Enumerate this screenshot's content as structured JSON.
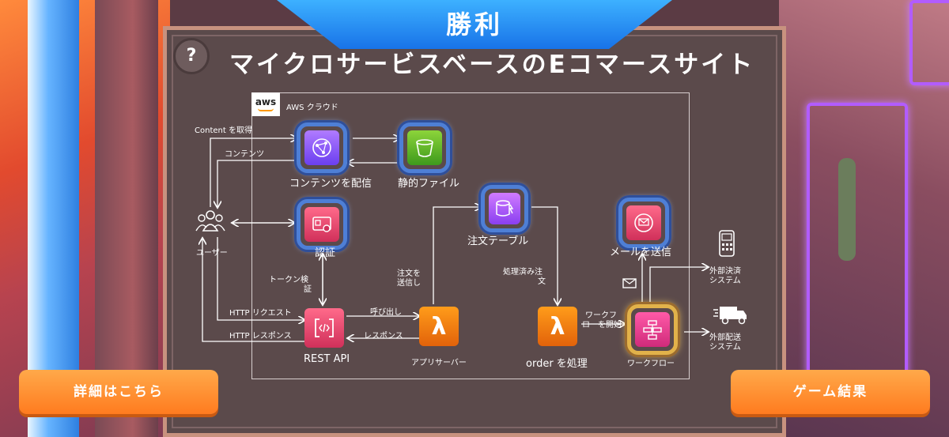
{
  "banner": {
    "result": "勝利"
  },
  "board": {
    "title": "マイクロサービスベースのEコマースサイト",
    "help": "?"
  },
  "diagram": {
    "aws_logo": "aws",
    "cloud_label": "AWS クラウド",
    "nodes": {
      "cdn": "コンテンツを配信",
      "s3": "静的ファイル",
      "auth": "認証",
      "table": "注文テーブル",
      "email": "メールを送信",
      "api": "REST API",
      "appserver": "アプリサーバー",
      "order": "order を処理",
      "workflow": "ワークフロー",
      "user": "ユーザー",
      "payment_l1": "外部決済",
      "payment_l2": "システム",
      "delivery_l1": "外部配送",
      "delivery_l2": "システム"
    },
    "edges": {
      "get_content": "Content を取得",
      "content": "コンテンツ",
      "token_l1": "トークン検",
      "token_l2": "証",
      "http_req": "HTTP リクエスト",
      "http_res": "HTTP レスポンス",
      "call": "呼び出し",
      "response": "レスポンス",
      "send_order_l1": "注文を",
      "send_order_l2": "送信し",
      "processed_l1": "処理済み注",
      "processed_l2": "文",
      "start_wf_l1": "ワークフ",
      "start_wf_l2": "ローを開始"
    }
  },
  "buttons": {
    "details": "詳細はこちら",
    "results": "ゲーム結果"
  },
  "colors": {
    "banner": "#1f8cf5",
    "button": "#ff8a2a",
    "tile_border": "#4e7fd6",
    "tile_gold": "#e2b24a"
  }
}
